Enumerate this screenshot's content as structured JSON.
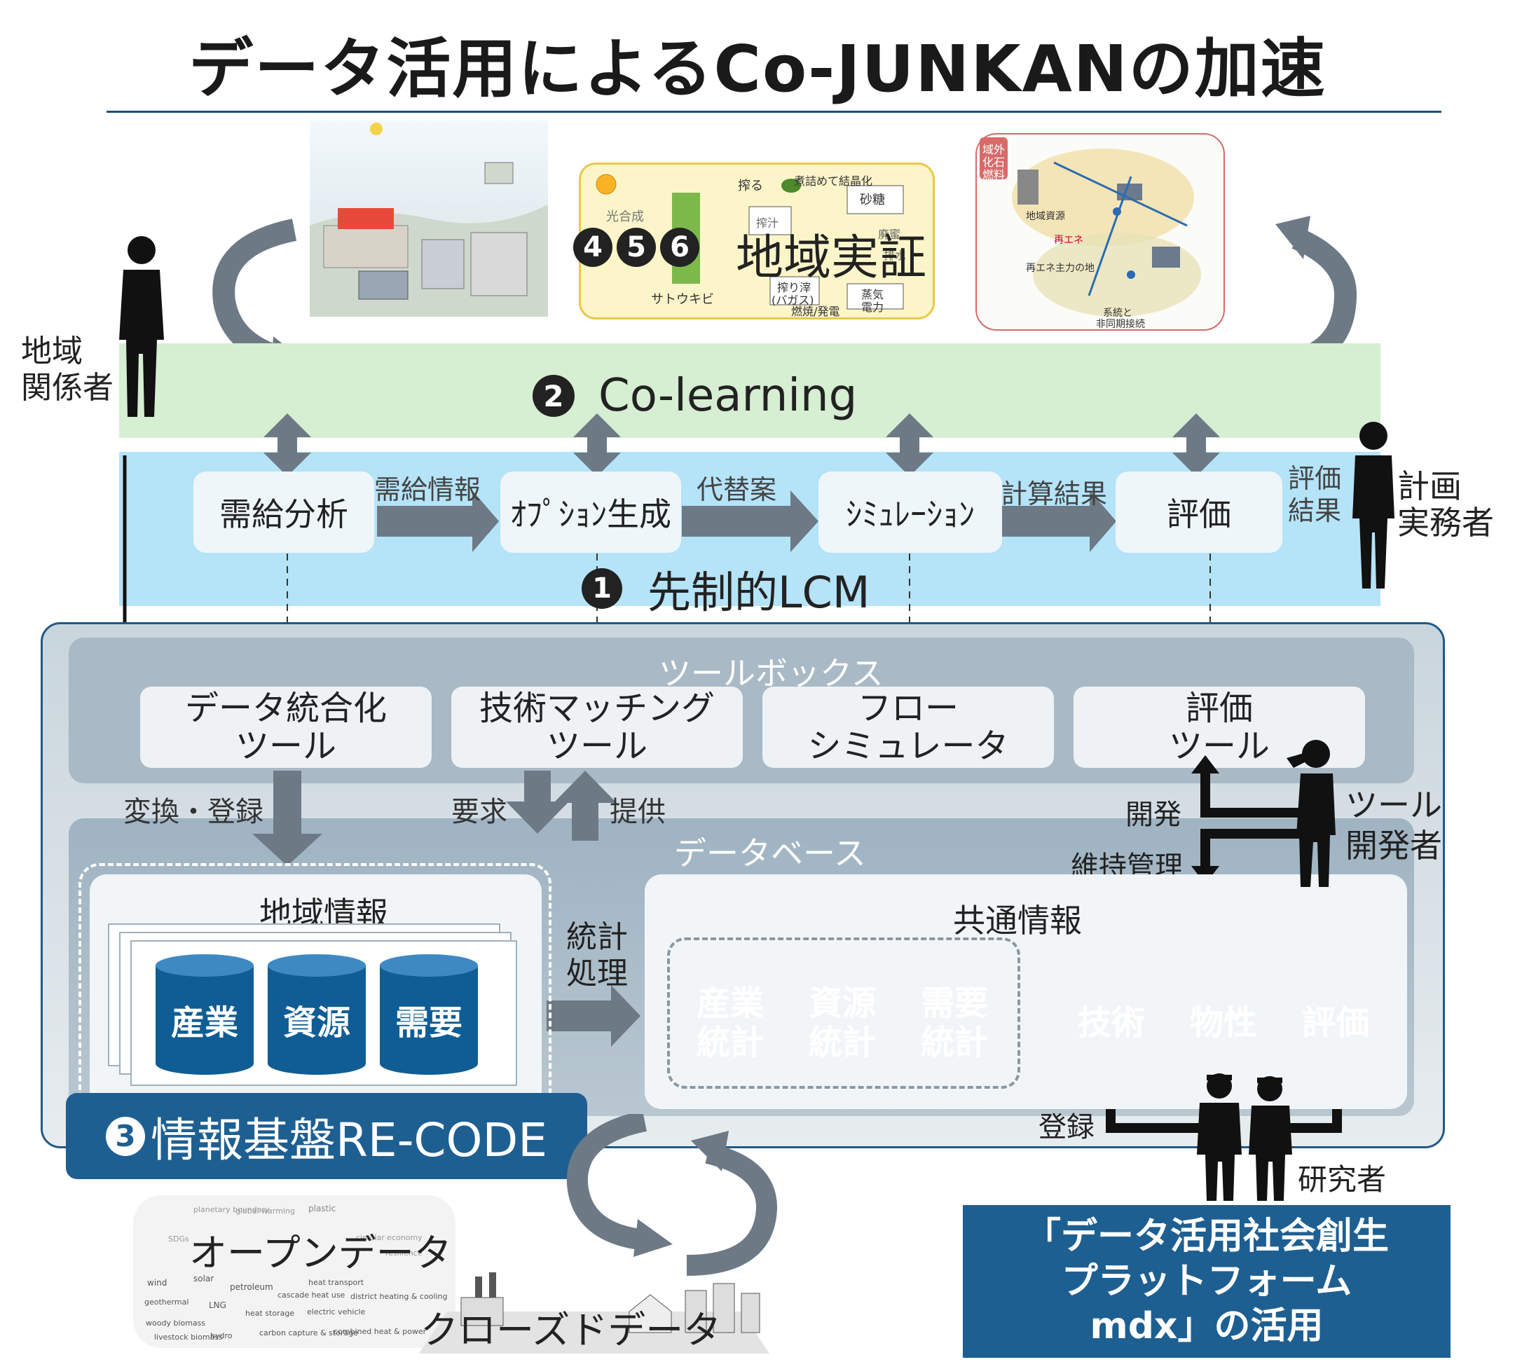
{
  "title": "データ活用によるCo-JUNKANの加速",
  "demo": {
    "label": "地域実証",
    "badges": [
      "4",
      "5",
      "6"
    ]
  },
  "thumbnail_texts": {
    "process": [
      "光合成",
      "サトウキビ",
      "搾る",
      "煮詰めて結晶化",
      "搾汁",
      "砂糖",
      "廃蜜",
      "排水",
      "搾り滓",
      "(バガス)",
      "燃焼/発電",
      "蒸気",
      "電力"
    ],
    "grid": [
      "域外",
      "化石",
      "燃料",
      "地域資源",
      "再エネ",
      "再エネ主力の地",
      "系統と",
      "非同期接続"
    ]
  },
  "colearning": {
    "badge": "2",
    "label": "Co-learning"
  },
  "lcm": {
    "badge": "1",
    "label": "先制的LCM"
  },
  "steps": [
    "需給分析",
    "ｵﾌﾟｼｮﾝ生成",
    "ｼﾐｭﾚｰｼｮﾝ",
    "評価"
  ],
  "step_arrows": [
    "需給情報",
    "代替案",
    "計算結果"
  ],
  "eval_result": {
    "line1": "評価",
    "line2": "結果"
  },
  "actors": {
    "stakeholder": {
      "line1": "地域",
      "line2": "関係者"
    },
    "planner": {
      "line1": "計画",
      "line2": "実務者"
    },
    "tool_dev": {
      "line1": "ツール",
      "line2": "開発者"
    },
    "researcher": "研究者"
  },
  "toolbox": {
    "label": "ツールボックス",
    "tools": [
      {
        "line1": "データ統合化",
        "line2": "ツール"
      },
      {
        "line1": "技術マッチング",
        "line2": "ツール"
      },
      {
        "line1": "フロー",
        "line2": "シミュレータ"
      },
      {
        "line1": "評価",
        "line2": "ツール"
      }
    ]
  },
  "flow_labels": {
    "convert": "変換・登録",
    "request": "要求",
    "provide": "提供",
    "develop": "開発",
    "maintain": "維持管理",
    "register": "登録"
  },
  "database": {
    "label": "データベース",
    "region": {
      "label": "地域情報",
      "items": [
        "産業",
        "資源",
        "需要"
      ]
    },
    "stats_arrow": {
      "line1": "統計",
      "line2": "処理"
    },
    "common": {
      "label": "共通情報",
      "stats": [
        {
          "line1": "産業",
          "line2": "統計"
        },
        {
          "line1": "資源",
          "line2": "統計"
        },
        {
          "line1": "需要",
          "line2": "統計"
        }
      ],
      "items": [
        "技術",
        "物性",
        "評価"
      ]
    }
  },
  "recode": {
    "badge": "3",
    "label": "情報基盤RE-CODE"
  },
  "open_data": {
    "label": "オープンデータ",
    "cloud": [
      "planetary boundary",
      "global warming",
      "plastic",
      "SDGs",
      "circular economy",
      "resilience",
      "wind",
      "solar",
      "petroleum",
      "heat transport",
      "cascade heat use",
      "district heating & cooling",
      "geothermal",
      "LNG",
      "heat storage",
      "electric vehicle",
      "woody biomass",
      "livestock biomass",
      "hydro",
      "carbon capture & storage",
      "combined heat & power"
    ]
  },
  "closed_data": {
    "label": "クローズドデータ"
  },
  "mdx": {
    "line1": "「データ活用社会創生",
    "line2": "プラットフォーム",
    "line3": "mdx」の活用"
  },
  "colors": {
    "accent_blue": "#1e5f92",
    "green_band": "#d6eed1",
    "blue_band": "#b5e3f8",
    "arrow_gray": "#6d7a86"
  }
}
